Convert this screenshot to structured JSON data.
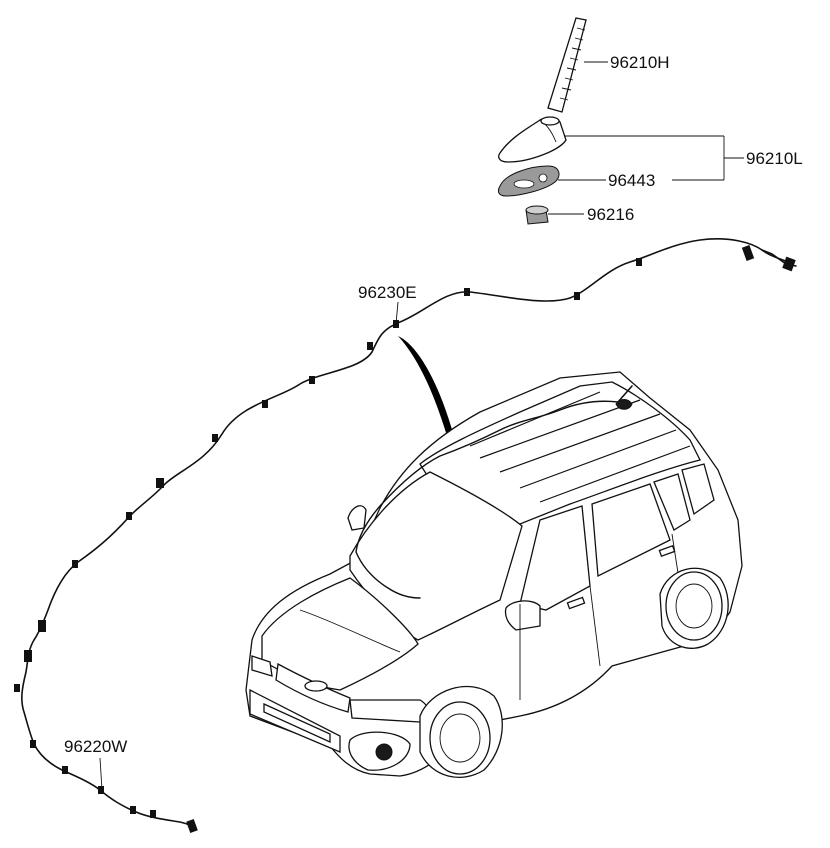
{
  "parts": [
    {
      "id": "antenna-rod",
      "label": "96210H"
    },
    {
      "id": "antenna-assembly",
      "label": "96210L"
    },
    {
      "id": "antenna-gasket",
      "label": "96443"
    },
    {
      "id": "antenna-nut",
      "label": "96216"
    },
    {
      "id": "roof-feeder-cable",
      "label": "96230E"
    },
    {
      "id": "main-feeder-cable",
      "label": "96220W"
    }
  ]
}
